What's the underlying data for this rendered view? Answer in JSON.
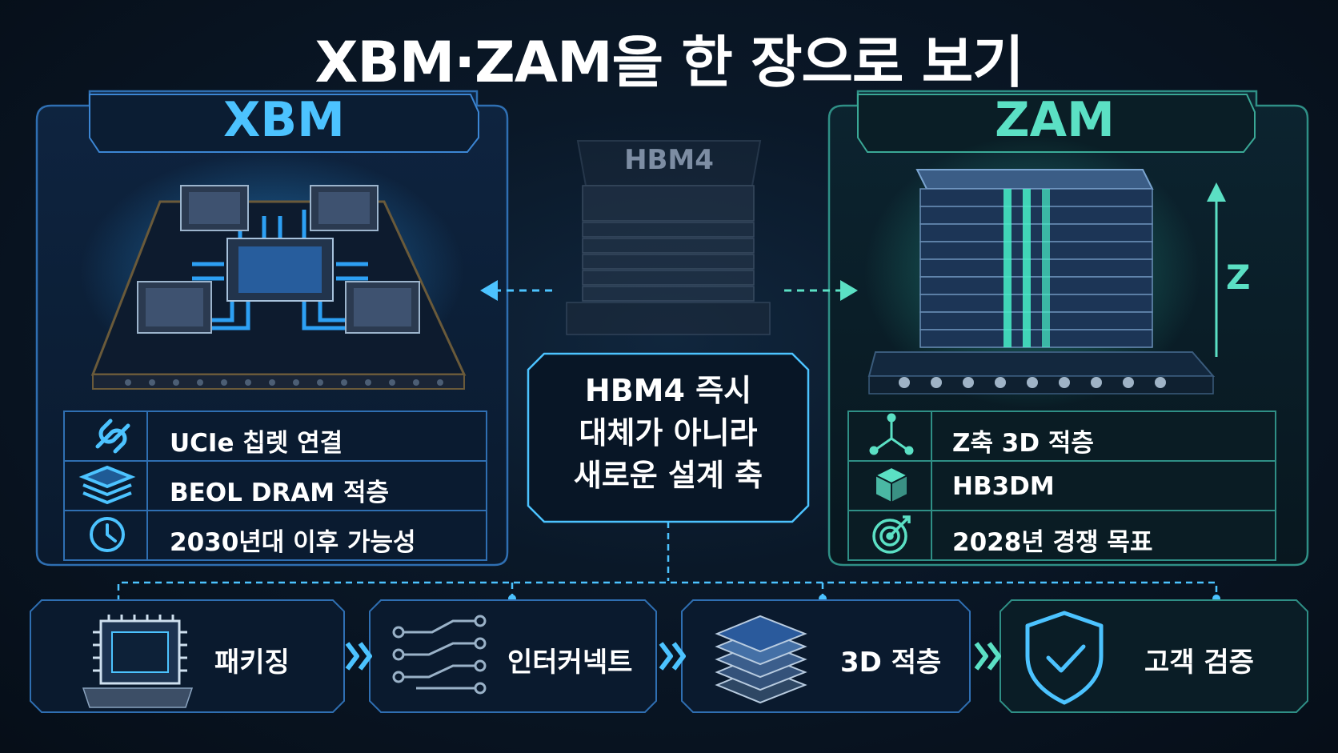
{
  "title": "XBM·ZAM을 한 장으로 보기",
  "xbm": {
    "title": "XBM",
    "features": [
      {
        "icon": "link-icon",
        "label": "UCIe 칩렛 연결"
      },
      {
        "icon": "layers-icon",
        "label": "BEOL DRAM 적층"
      },
      {
        "icon": "clock-icon",
        "label": "2030년대 이후 가능성"
      }
    ]
  },
  "zam": {
    "title": "ZAM",
    "axis_label": "Z",
    "features": [
      {
        "icon": "axes-3d-icon",
        "label": "Z축 3D 적층"
      },
      {
        "icon": "cube-stack-icon",
        "label": "HB3DM"
      },
      {
        "icon": "target-icon",
        "label": "2028년 경쟁 목표"
      }
    ]
  },
  "hbm": {
    "label": "HBM4"
  },
  "center": {
    "lines": [
      "HBM4 즉시",
      "대체가 아니라",
      "새로운 설계 축"
    ]
  },
  "steps": [
    {
      "icon": "chip-package-icon",
      "label": "패키징"
    },
    {
      "icon": "circuit-traces-icon",
      "label": "인터커넥트"
    },
    {
      "icon": "stacked-layers-icon",
      "label": "3D 적층"
    },
    {
      "icon": "shield-check-icon",
      "label": "고객 검증"
    }
  ],
  "colors": {
    "xbm_accent": "#4cc3ff",
    "zam_accent": "#5be0c4",
    "background": "#07111d",
    "text": "#ffffff"
  }
}
